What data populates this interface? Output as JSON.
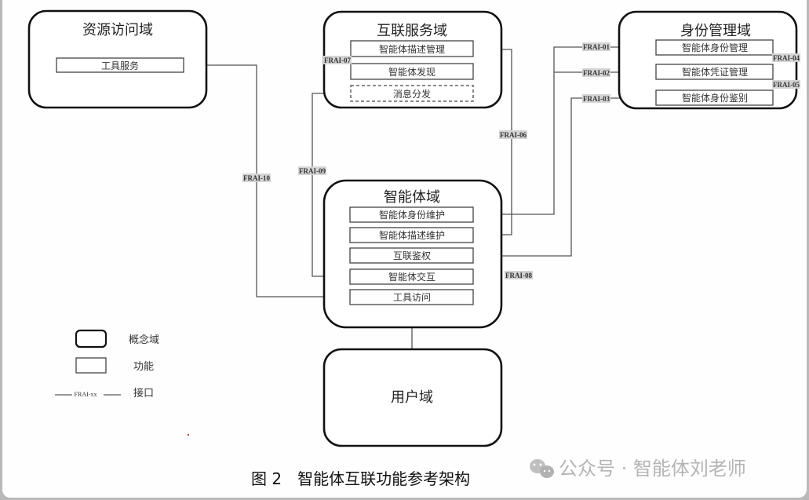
{
  "domains": {
    "resource": {
      "title": "资源访问域",
      "functions": [
        "工具服务"
      ]
    },
    "interconnect": {
      "title": "互联服务域",
      "functions": [
        "智能体描述管理",
        "智能体发现",
        "消息分发"
      ]
    },
    "identity": {
      "title": "身份管理域",
      "functions": [
        "智能体身份管理",
        "智能体凭证管理",
        "智能体身份鉴别"
      ]
    },
    "agent": {
      "title": "智能体域",
      "functions": [
        "智能体身份维护",
        "智能体描述维护",
        "互联鉴权",
        "智能体交互",
        "工具访问"
      ]
    },
    "user": {
      "title": "用户域"
    }
  },
  "interfaces": {
    "frai01": "FRAI-01",
    "frai02": "FRAI-02",
    "frai03": "FRAI-03",
    "frai04": "FRAI-04",
    "frai05": "FRAI-05",
    "frai06": "FRAI-06",
    "frai07": "FRAI-07",
    "frai08": "FRAI-08",
    "frai09": "FRAI-09",
    "frai10": "FRAI-10"
  },
  "legend": {
    "domain": "概念域",
    "function": "功能",
    "interface_sample": "FRAI-xx",
    "interface": "接口"
  },
  "caption": "图 2　智能体互联功能参考架构",
  "watermark": "公众号 · 智能体刘老师"
}
